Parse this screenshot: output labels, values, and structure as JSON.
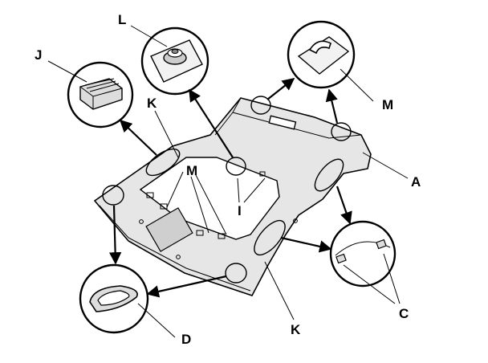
{
  "labels": {
    "A": "A",
    "C": "C",
    "D": "D",
    "I": "I",
    "J": "J",
    "K_top": "K",
    "K_bottom": "K",
    "L": "L",
    "M_center": "M",
    "M_right": "M"
  },
  "colors": {
    "line": "#000000",
    "panel_fill": "#e6e6e6",
    "background": "#ffffff"
  }
}
